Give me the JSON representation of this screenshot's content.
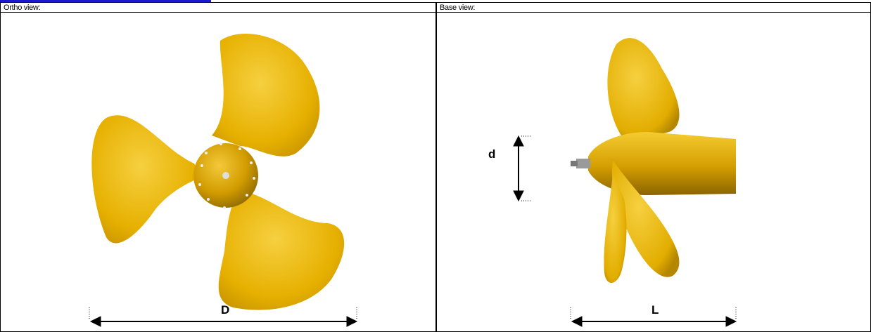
{
  "panels": {
    "ortho": {
      "header": "Ortho view:",
      "dimension_label": "D"
    },
    "base": {
      "header": "Base view:",
      "dimension_length_label": "L",
      "dimension_diameter_label": "d"
    }
  },
  "colors": {
    "blade": "#e8b400",
    "blade_light": "#f4cc2a",
    "blade_dark": "#b88500",
    "accent_bar": "#1a1acc"
  }
}
